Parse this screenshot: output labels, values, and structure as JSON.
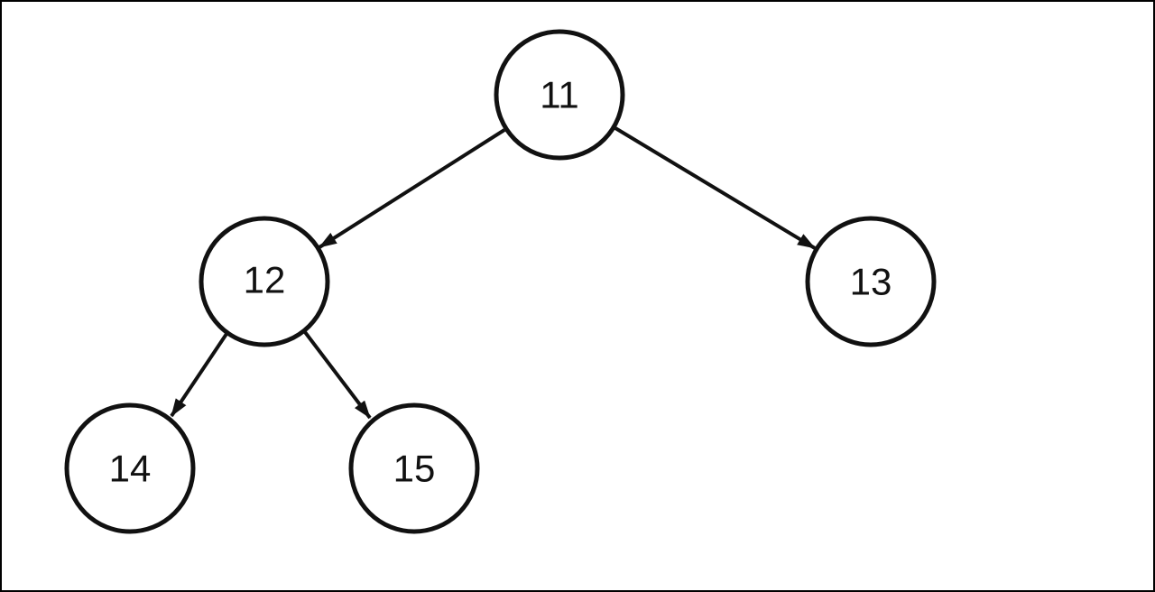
{
  "diagram": {
    "kind": "binary-tree",
    "background_color": "#ffffff",
    "stroke_color": "#111111",
    "border_color": "#000000"
  },
  "tree": {
    "nodes": [
      {
        "label": "11"
      },
      {
        "label": "12"
      },
      {
        "label": "13"
      },
      {
        "label": "14"
      },
      {
        "label": "15"
      }
    ],
    "edges": [
      {
        "from": "11",
        "to": "12"
      },
      {
        "from": "11",
        "to": "13"
      },
      {
        "from": "12",
        "to": "14"
      },
      {
        "from": "12",
        "to": "15"
      }
    ]
  }
}
